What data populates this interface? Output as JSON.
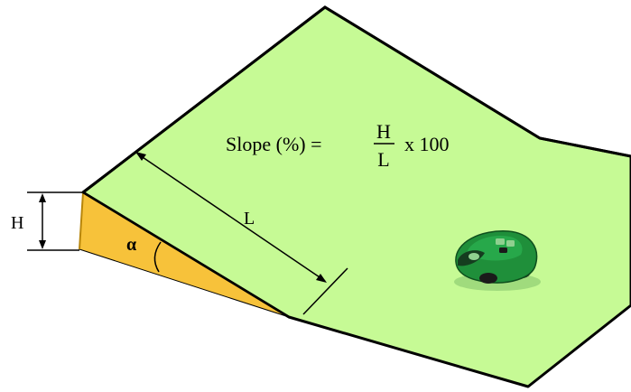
{
  "colors": {
    "ground": "#c6fa95",
    "wedge": "#f7c23a",
    "outline": "#000000",
    "robot_body": "#1f8f3a",
    "robot_dark": "#1a1a1a",
    "robot_light": "#8fd08f"
  },
  "formula": {
    "lhs": "Slope (%) =",
    "numerator": "H",
    "denominator": "L",
    "rhs": "x 100"
  },
  "labels": {
    "height": "H",
    "length": "L",
    "angle": "α"
  },
  "icons": {
    "mower": "robotic-lawn-mower-icon"
  }
}
